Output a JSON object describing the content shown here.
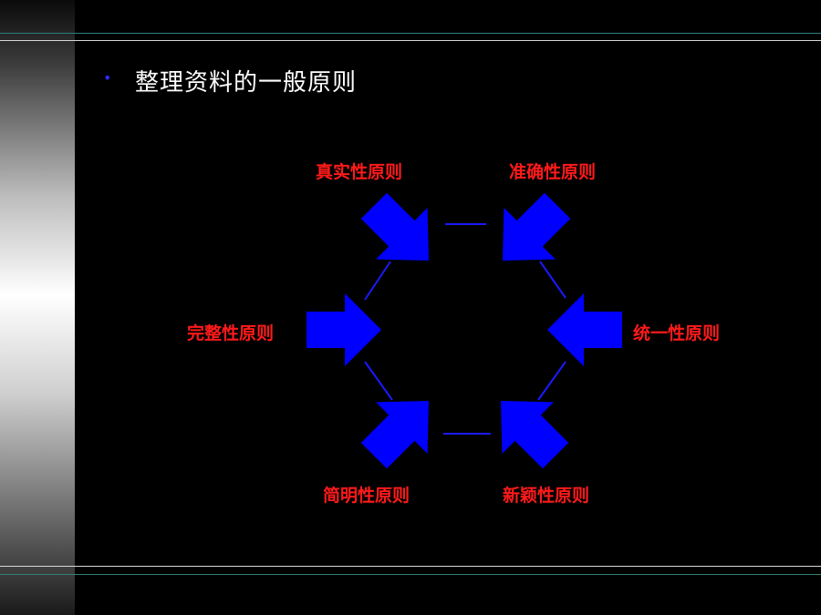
{
  "slide": {
    "bullet": "•",
    "title": "整理资料的一般原则"
  },
  "diagram": {
    "labels": {
      "top_left": "真实性原则",
      "top_right": "准确性原则",
      "left": "完整性原则",
      "right": "统一性原则",
      "bottom_left": "简明性原则",
      "bottom_right": "新颖性原则"
    },
    "colors": {
      "arrow": "#0000ff",
      "edge": "#1a1aff",
      "label": "#ff1a1a",
      "title": "#ffffff",
      "background": "#000000"
    }
  }
}
